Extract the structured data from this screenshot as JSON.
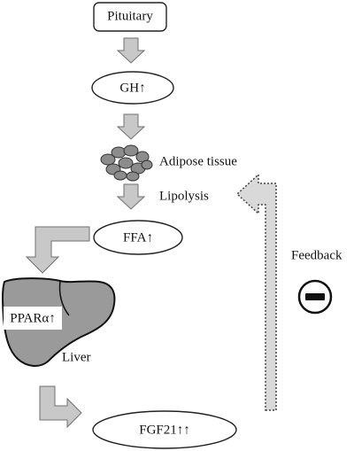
{
  "nodes": {
    "pituitary": "Pituitary",
    "gh": "GH↑",
    "adipose": "Adipose tissue",
    "lipolysis": "Lipolysis",
    "ffa": "FFA↑",
    "ppar": "PPARα↑",
    "liver": "Liver",
    "fgf21": "FGF21↑↑"
  },
  "feedback": {
    "label": "Feedback",
    "sign_icon": "minus-sign-icon"
  },
  "colors": {
    "arrow_fill": "#c8c8c8",
    "arrow_stroke": "#707070",
    "liver_fill": "#9a9a9a",
    "fat_cell": "#8c8c8c",
    "feedback_arrow": "#d9d9d9"
  }
}
